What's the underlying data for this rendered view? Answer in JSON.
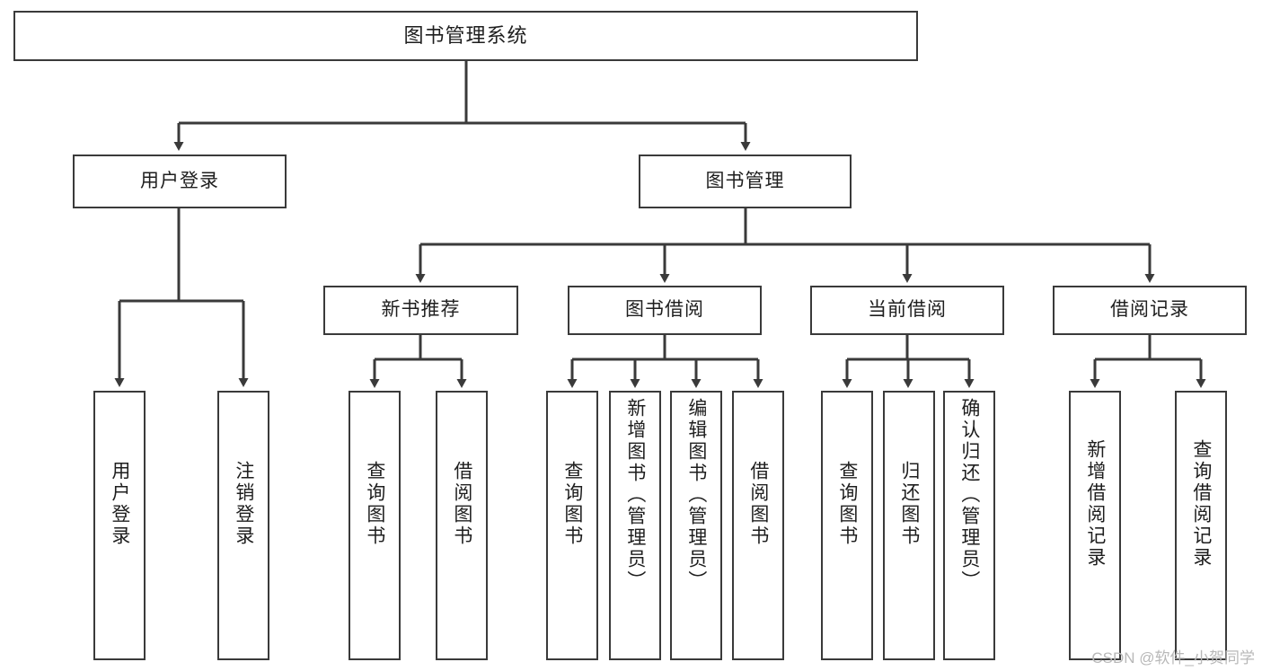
{
  "diagram": {
    "type": "tree-hierarchy-diagram",
    "title": "图书管理系统",
    "watermark": "CSDN @软件_小贺同学",
    "colors": {
      "stroke": "#3a3a3a",
      "fill": "#ffffff",
      "text": "#1e1e1e",
      "watermark": "#b8b8b8"
    },
    "nodes": {
      "root": {
        "label": "图书管理系统"
      },
      "level2": [
        {
          "id": "user-login",
          "label": "用户登录"
        },
        {
          "id": "book-management",
          "label": "图书管理"
        }
      ],
      "level3": [
        {
          "id": "new-book-recommend",
          "label": "新书推荐"
        },
        {
          "id": "book-borrow",
          "label": "图书借阅"
        },
        {
          "id": "current-borrow",
          "label": "当前借阅"
        },
        {
          "id": "borrow-record",
          "label": "借阅记录"
        }
      ],
      "leaves": {
        "user_login": [
          {
            "id": "leaf-user-login",
            "label": "用户登录"
          },
          {
            "id": "leaf-logout-login",
            "label": "注销登录"
          }
        ],
        "new_book_recommend": [
          {
            "id": "leaf-query-book-1",
            "label": "查询图书"
          },
          {
            "id": "leaf-borrow-book-1",
            "label": "借阅图书"
          }
        ],
        "book_borrow": [
          {
            "id": "leaf-query-book-2",
            "label": "查询图书"
          },
          {
            "id": "leaf-add-book",
            "label": "新增图书（管理员）"
          },
          {
            "id": "leaf-edit-book",
            "label": "编辑图书（管理员）"
          },
          {
            "id": "leaf-borrow-book-2",
            "label": "借阅图书"
          }
        ],
        "current_borrow": [
          {
            "id": "leaf-query-book-3",
            "label": "查询图书"
          },
          {
            "id": "leaf-return-book",
            "label": "归还图书"
          },
          {
            "id": "leaf-confirm-return",
            "label": "确认归还（管理员）"
          }
        ],
        "borrow_record": [
          {
            "id": "leaf-add-record",
            "label": "新增借阅记录"
          },
          {
            "id": "leaf-query-record",
            "label": "查询借阅记录"
          }
        ]
      }
    }
  }
}
